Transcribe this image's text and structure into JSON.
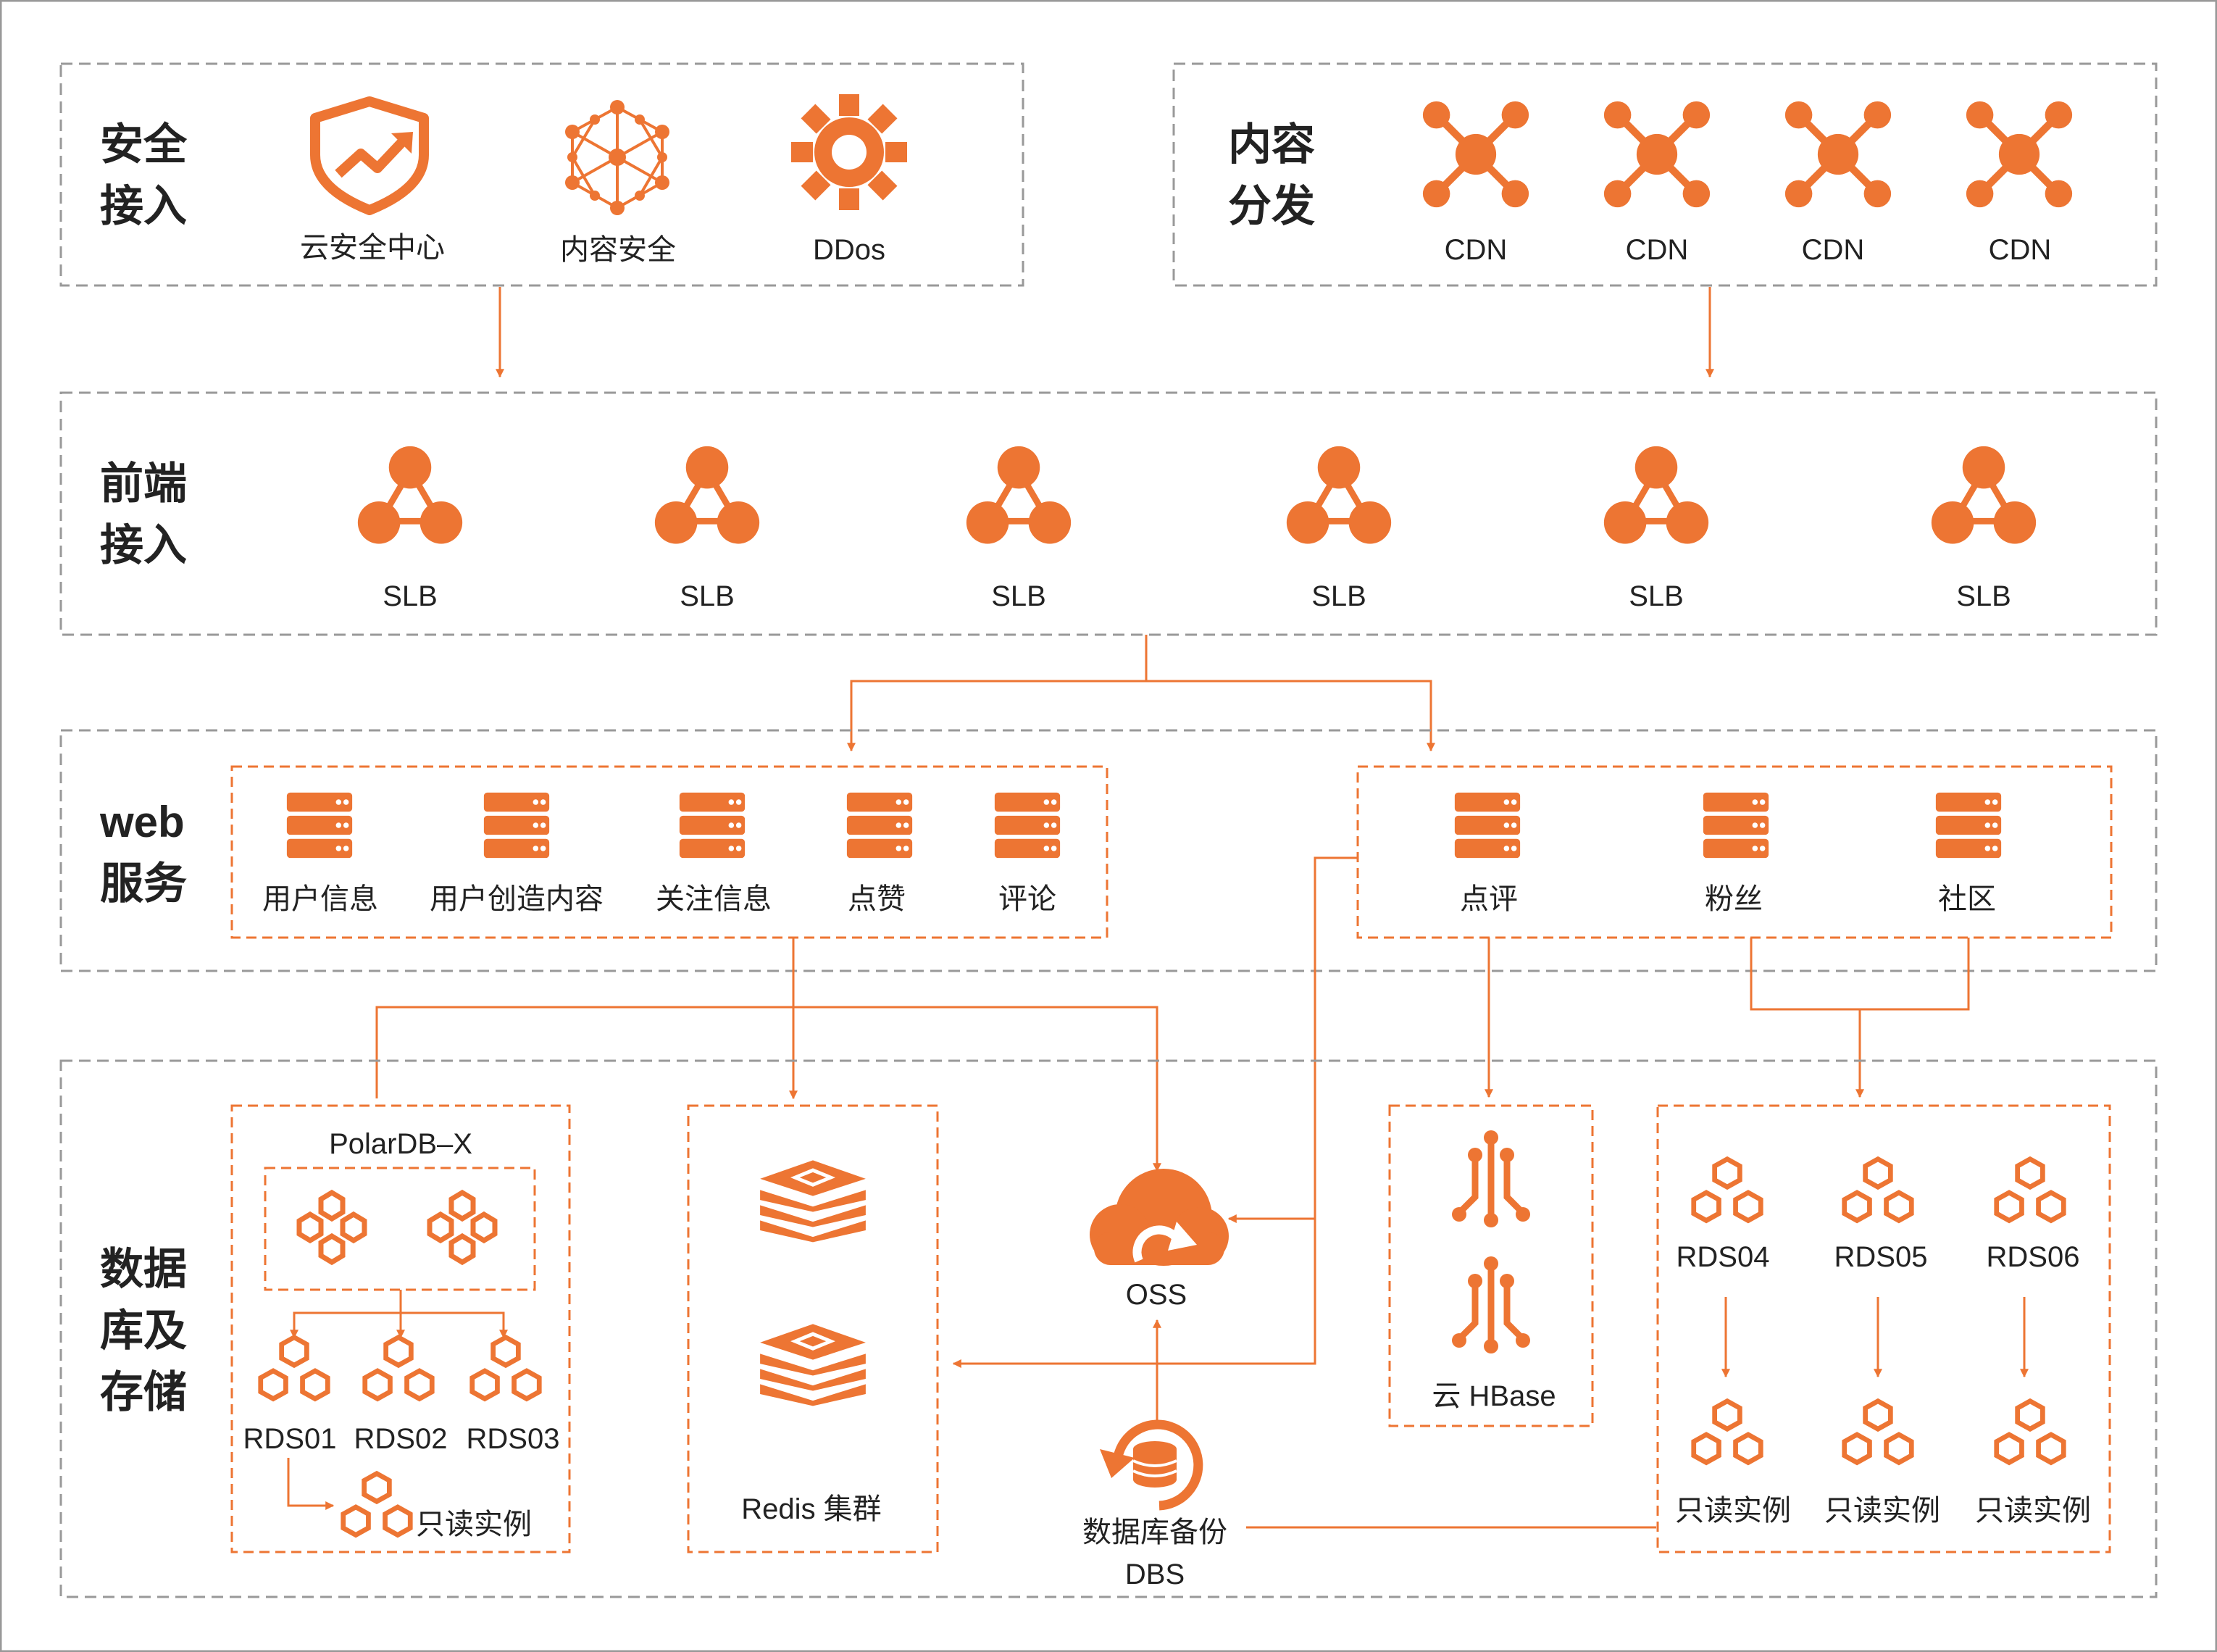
{
  "colors": {
    "accent": "#ED7533",
    "outer_border": "#999999",
    "text": "#222222"
  },
  "sections": {
    "security": {
      "title1": "安全",
      "title2": "接入"
    },
    "cdn": {
      "title1": "内容",
      "title2": "分发"
    },
    "frontend": {
      "title1": "前端",
      "title2": "接入"
    },
    "web": {
      "title1": "web",
      "title2": "服务"
    },
    "storage": {
      "title1": "数据",
      "title2": "库及",
      "title3": "存储"
    }
  },
  "security_items": [
    {
      "label": "云安全中心",
      "icon": "shield-trend-icon"
    },
    {
      "label": "内容安全",
      "icon": "network-cube-icon"
    },
    {
      "label": "DDos",
      "icon": "ddos-gear-icon"
    }
  ],
  "cdn_items": [
    {
      "label": "CDN",
      "icon": "cdn-hub-icon"
    },
    {
      "label": "CDN",
      "icon": "cdn-hub-icon"
    },
    {
      "label": "CDN",
      "icon": "cdn-hub-icon"
    },
    {
      "label": "CDN",
      "icon": "cdn-hub-icon"
    }
  ],
  "slb_items": [
    {
      "label": "SLB",
      "icon": "slb-triangle-icon"
    },
    {
      "label": "SLB",
      "icon": "slb-triangle-icon"
    },
    {
      "label": "SLB",
      "icon": "slb-triangle-icon"
    },
    {
      "label": "SLB",
      "icon": "slb-triangle-icon"
    },
    {
      "label": "SLB",
      "icon": "slb-triangle-icon"
    },
    {
      "label": "SLB",
      "icon": "slb-triangle-icon"
    }
  ],
  "web_left_items": [
    {
      "label": "用户信息",
      "icon": "server-icon"
    },
    {
      "label": "用户创造内容",
      "icon": "server-icon"
    },
    {
      "label": "关注信息",
      "icon": "server-icon"
    },
    {
      "label": "点赞",
      "icon": "server-icon"
    },
    {
      "label": "评论",
      "icon": "server-icon"
    }
  ],
  "web_right_items": [
    {
      "label": "点评",
      "icon": "server-icon"
    },
    {
      "label": "粉丝",
      "icon": "server-icon"
    },
    {
      "label": "社区",
      "icon": "server-icon"
    }
  ],
  "polardb": {
    "title": "PolarDB–X",
    "rds": [
      "RDS01",
      "RDS02",
      "RDS03"
    ],
    "readonly": "只读实例"
  },
  "redis": {
    "label": "Redis 集群"
  },
  "oss": {
    "label": "OSS"
  },
  "dbs": {
    "label1": "数据库备份",
    "label2": "DBS"
  },
  "hbase": {
    "label": "云 HBase"
  },
  "rds_right": {
    "names": [
      "RDS04",
      "RDS05",
      "RDS06"
    ],
    "readonly": [
      "只读实例",
      "只读实例",
      "只读实例"
    ]
  }
}
